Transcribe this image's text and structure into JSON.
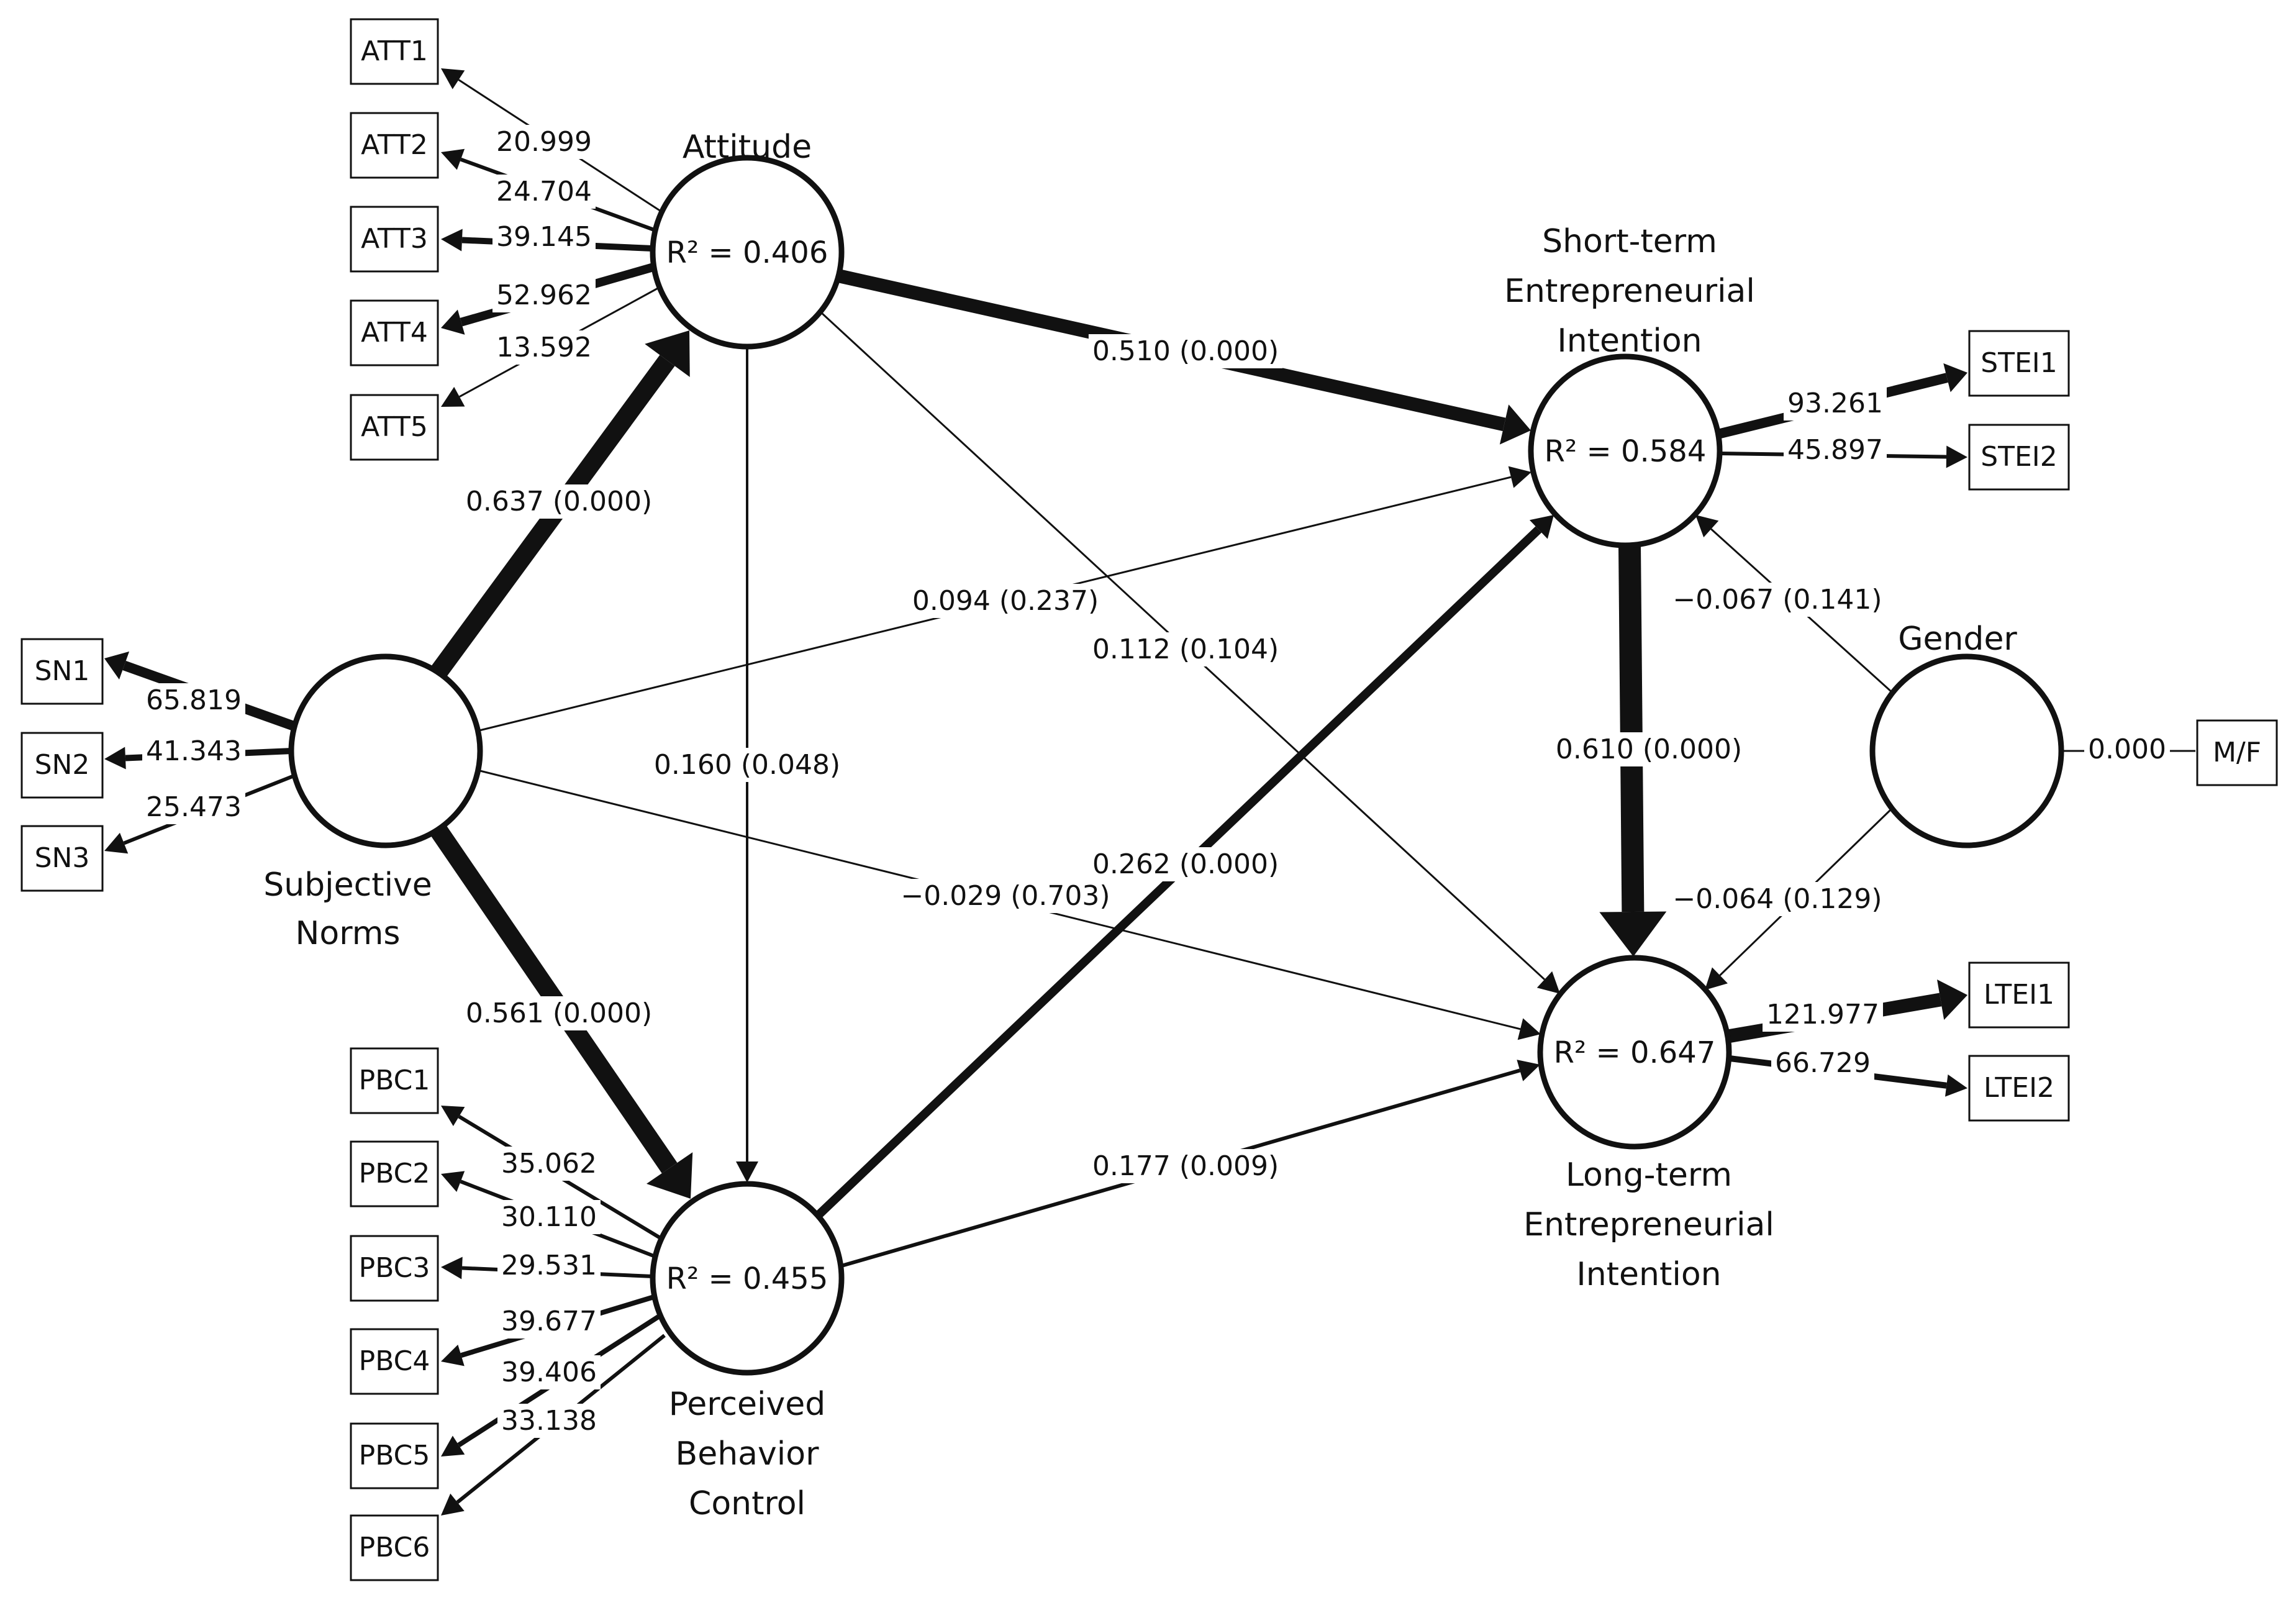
{
  "latents": [
    {
      "id": "att",
      "label_lines": [
        "Attitude"
      ],
      "r2": "R² = 0.406"
    },
    {
      "id": "sn",
      "label_lines": [
        "Subjective",
        "Norms"
      ],
      "r2": ""
    },
    {
      "id": "pbc",
      "label_lines": [
        "Perceived",
        "Behavior",
        "Control"
      ],
      "r2": "R² = 0.455"
    },
    {
      "id": "stei",
      "label_lines": [
        "Short-term",
        "Entrepreneurial",
        "Intention"
      ],
      "r2": "R² = 0.584"
    },
    {
      "id": "ltei",
      "label_lines": [
        "Long-term",
        "Entrepreneurial",
        "Intention"
      ],
      "r2": "R² = 0.647"
    },
    {
      "id": "gender",
      "label_lines": [
        "Gender"
      ],
      "r2": ""
    }
  ],
  "indicators": [
    {
      "id": "ATT1",
      "latent": "att",
      "loading": 20.999
    },
    {
      "id": "ATT2",
      "latent": "att",
      "loading": 24.704
    },
    {
      "id": "ATT3",
      "latent": "att",
      "loading": 39.145
    },
    {
      "id": "ATT4",
      "latent": "att",
      "loading": 52.962
    },
    {
      "id": "ATT5",
      "latent": "att",
      "loading": 13.592
    },
    {
      "id": "SN1",
      "latent": "sn",
      "loading": 65.819
    },
    {
      "id": "SN2",
      "latent": "sn",
      "loading": 41.343
    },
    {
      "id": "SN3",
      "latent": "sn",
      "loading": 25.473
    },
    {
      "id": "PBC1",
      "latent": "pbc",
      "loading": 35.062
    },
    {
      "id": "PBC2",
      "latent": "pbc",
      "loading": 30.11
    },
    {
      "id": "PBC3",
      "latent": "pbc",
      "loading": 29.531
    },
    {
      "id": "PBC4",
      "latent": "pbc",
      "loading": 39.677
    },
    {
      "id": "PBC5",
      "latent": "pbc",
      "loading": 39.406
    },
    {
      "id": "PBC6",
      "latent": "pbc",
      "loading": 33.138
    },
    {
      "id": "STEI1",
      "latent": "stei",
      "loading": 93.261
    },
    {
      "id": "STEI2",
      "latent": "stei",
      "loading": 45.897
    },
    {
      "id": "LTEI1",
      "latent": "ltei",
      "loading": 121.977
    },
    {
      "id": "LTEI2",
      "latent": "ltei",
      "loading": 66.729
    },
    {
      "id": "M/F",
      "latent": "gender",
      "loading": 0.0
    }
  ],
  "indicator_loading_labels": {
    "ATT1": "20.999",
    "ATT2": "24.704",
    "ATT3": "39.145",
    "ATT4": "52.962",
    "ATT5": "13.592",
    "SN1": "65.819",
    "SN2": "41.343",
    "SN3": "25.473",
    "PBC1": "35.062",
    "PBC2": "30.110",
    "PBC3": "29.531",
    "PBC4": "39.677",
    "PBC5": "39.406",
    "PBC6": "33.138",
    "STEI1": "93.261",
    "STEI2": "45.897",
    "LTEI1": "121.977",
    "LTEI2": "66.729",
    "M/F": "0.000"
  },
  "paths": [
    {
      "from": "sn",
      "to": "att",
      "label": "0.637 (0.000)"
    },
    {
      "from": "sn",
      "to": "pbc",
      "label": "0.561 (0.000)"
    },
    {
      "from": "att",
      "to": "pbc",
      "label": "0.160 (0.048)"
    },
    {
      "from": "att",
      "to": "stei",
      "label": "0.510 (0.000)"
    },
    {
      "from": "att",
      "to": "ltei",
      "label": "0.112 (0.104)"
    },
    {
      "from": "sn",
      "to": "stei",
      "label": "0.094 (0.237)"
    },
    {
      "from": "sn",
      "to": "ltei",
      "label": "−0.029 (0.703)"
    },
    {
      "from": "pbc",
      "to": "stei",
      "label": "0.262 (0.000)"
    },
    {
      "from": "pbc",
      "to": "ltei",
      "label": "0.177 (0.009)"
    },
    {
      "from": "stei",
      "to": "ltei",
      "label": "0.610 (0.000)"
    },
    {
      "from": "gender",
      "to": "stei",
      "label": "−0.067 (0.141)"
    },
    {
      "from": "gender",
      "to": "ltei",
      "label": "−0.064 (0.129)"
    }
  ],
  "colors": {
    "ink": "#111111",
    "background": "#ffffff"
  }
}
